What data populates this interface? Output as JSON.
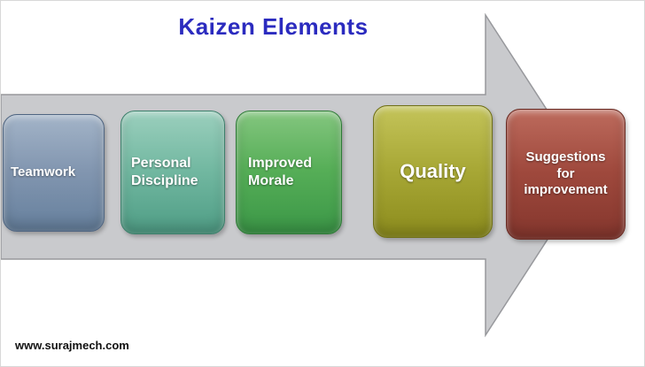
{
  "title": {
    "text": "Kaizen Elements",
    "color": "#2b2bbf"
  },
  "arrow": {
    "fill": "#c9cacd",
    "stroke": "#97989c"
  },
  "elements": [
    {
      "label": "Teamwork",
      "colors": {
        "top": "#a3b4c8",
        "mid": "#8296b0",
        "bottom": "#66809d",
        "border": "#4f6581"
      }
    },
    {
      "label": "Personal Discipline",
      "colors": {
        "top": "#9bcfbd",
        "mid": "#72b8a1",
        "bottom": "#4f9d85",
        "border": "#3d7f6b"
      }
    },
    {
      "label": "Improved Morale",
      "colors": {
        "top": "#84c67f",
        "mid": "#56ae57",
        "bottom": "#3b9747",
        "border": "#2f7a38"
      }
    },
    {
      "label": "Quality",
      "colors": {
        "top": "#c4c45a",
        "mid": "#a8a836",
        "bottom": "#8c8c1d",
        "border": "#6f6f14"
      }
    },
    {
      "label": "Suggestions for improvement",
      "colors": {
        "top": "#bd6b5d",
        "mid": "#9f493d",
        "bottom": "#84362d",
        "border": "#682921"
      }
    }
  ],
  "watermark": {
    "text": "www.surajmech.com"
  }
}
